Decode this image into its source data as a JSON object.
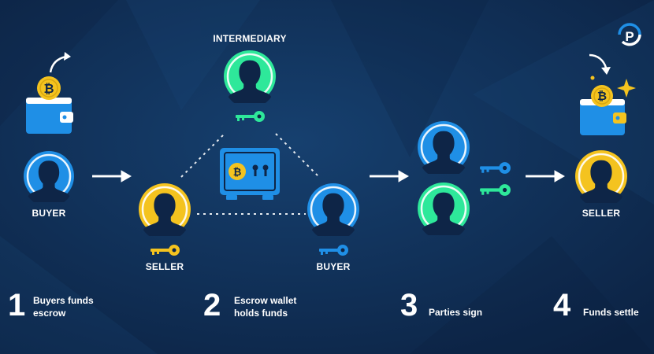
{
  "labels": {
    "buyer_left": "BUYER",
    "seller_mid": "SELLER",
    "intermediary": "INTERMEDIARY",
    "buyer_mid": "BUYER",
    "seller_right": "SELLER"
  },
  "steps": [
    {
      "number": "1",
      "line1": "Buyers funds",
      "line2": "escrow"
    },
    {
      "number": "2",
      "line1": "Escrow wallet",
      "line2": "holds funds"
    },
    {
      "number": "3",
      "line1": "Parties sign",
      "line2": ""
    },
    {
      "number": "4",
      "line1": "Funds settle",
      "line2": ""
    }
  ],
  "colors": {
    "background": "#102a4f",
    "blue": "#1f8fe6",
    "yellow": "#f4c31f",
    "green": "#2ee89a",
    "white": "#ffffff"
  },
  "icons": [
    "wallet-icon",
    "bitcoin-coin-icon",
    "user-icon",
    "key-icon",
    "safe-icon",
    "arrow-right-icon",
    "logo-icon",
    "sparkle-icon"
  ]
}
